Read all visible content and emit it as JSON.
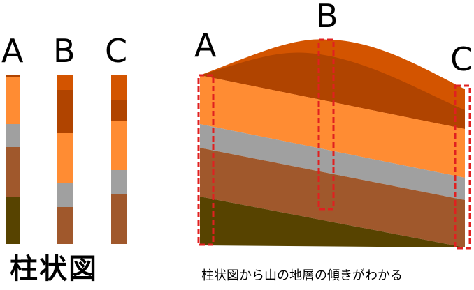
{
  "labels": {
    "left_a": "A",
    "left_b": "B",
    "left_c": "C",
    "right_a": "A",
    "right_b": "B",
    "right_c": "C"
  },
  "title_left": "柱状図",
  "caption": "柱状図から山の地層の傾きがわかる",
  "colors": {
    "dark_orange": "#b04400",
    "orange_top": "#d35400",
    "light_orange": "#ff8c33",
    "gray": "#a0a0a0",
    "brown": "#a0582c",
    "olive": "#574300",
    "frame_red": "#e02020"
  },
  "columns": {
    "A": [
      "dark_orange",
      "light_orange",
      "gray",
      "brown",
      "olive"
    ],
    "B": [
      "orange_top",
      "dark_orange",
      "light_orange",
      "gray",
      "brown"
    ],
    "C": [
      "orange_top",
      "dark_orange",
      "light_orange",
      "gray",
      "brown"
    ]
  }
}
